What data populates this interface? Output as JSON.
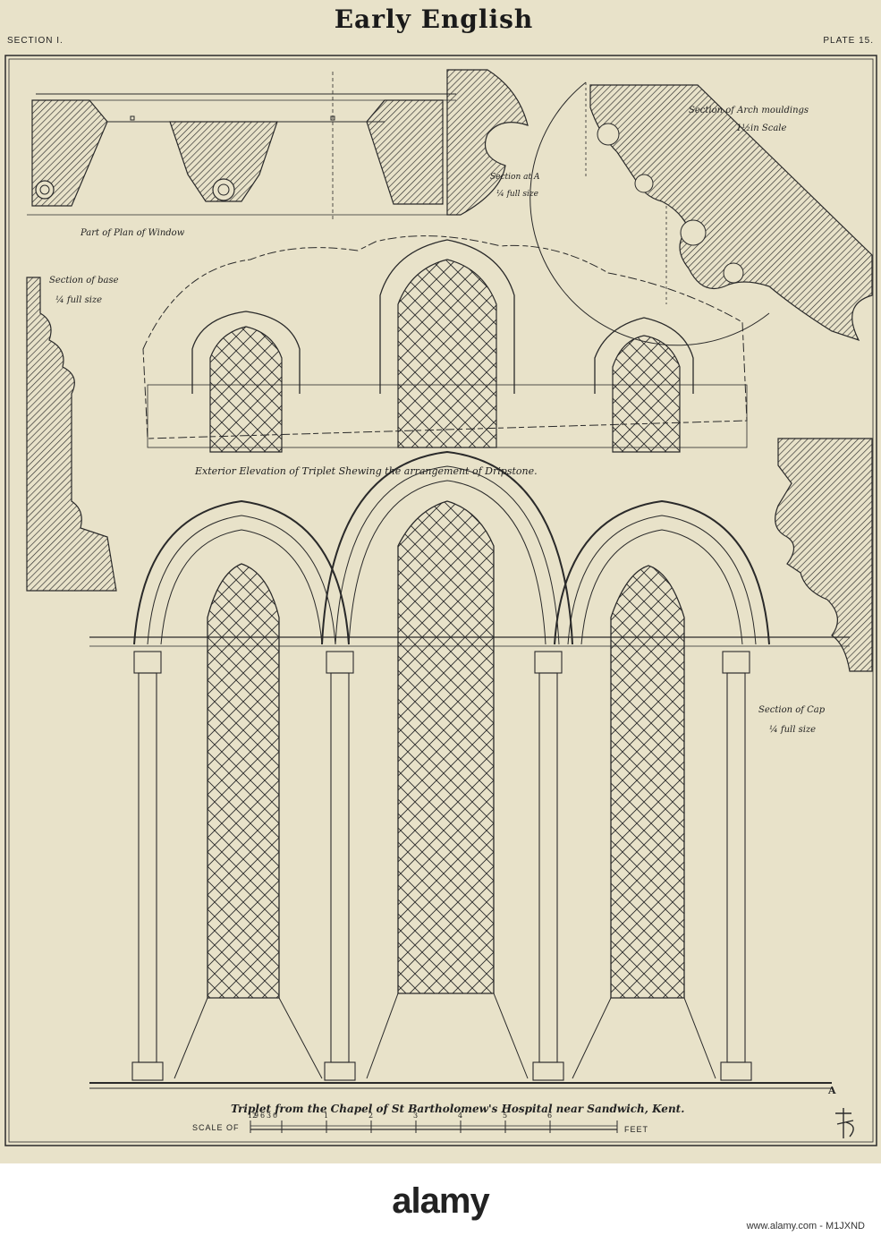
{
  "header": {
    "section": "SECTION I.",
    "title": "Early English",
    "plate": "PLATE 15."
  },
  "captions": {
    "plan": "Part of Plan of Window",
    "section_a_1": "Section at A",
    "section_a_2": "¼ full size",
    "arch_1": "Section of Arch mouldings",
    "arch_2": "1½in Scale",
    "base_1": "Section of base",
    "base_2": "¼ full size",
    "elevation": "Exterior Elevation of Triplet Shewing the arrangement of Dripstone.",
    "cap_1": "Section of Cap",
    "cap_2": "¼ full size",
    "main": "Triplet from the Chapel of St Bartholomew's Hospital near Sandwich, Kent.",
    "marker": "A"
  },
  "scale": {
    "label_left": "SCALE OF",
    "label_right": "FEET",
    "ticks": [
      "12",
      "9",
      "6",
      "3",
      "0",
      "1",
      "2",
      "3",
      "4",
      "5",
      "6"
    ]
  },
  "watermark": {
    "text": "alamy",
    "ref": "www.alamy.com - M1JXND"
  },
  "colors": {
    "paper": "#e8e2c9",
    "ink": "#2a2a2a"
  }
}
